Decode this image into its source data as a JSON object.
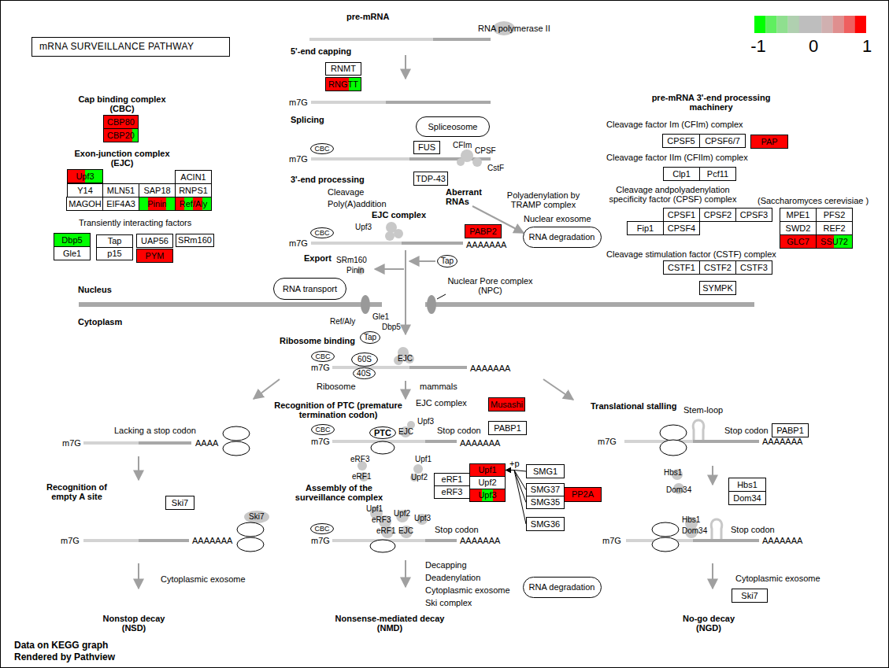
{
  "diagram": {
    "title": "mRNA SURVEILLANCE PATHWAY",
    "nodes": [
      {
        "text": [
          "CBP80"
        ]
      },
      {
        "text": [
          "CBP20"
        ]
      },
      {
        "text": [
          "Upf3"
        ]
      },
      {
        "text": [
          "ACIN1"
        ]
      },
      {
        "text": [
          "Y14"
        ]
      },
      {
        "text": [
          "MLN51"
        ]
      },
      {
        "text": [
          "SAP18"
        ]
      },
      {
        "text": [
          "RNPS1"
        ]
      },
      {
        "text": [
          "MAGOH"
        ]
      },
      {
        "text": [
          "EIF4A3"
        ]
      },
      {
        "text": [
          "Pinin"
        ]
      },
      {
        "text": [
          "Ref/Aly"
        ]
      },
      {
        "text": [
          "Dbp5"
        ]
      },
      {
        "text": [
          "Tap"
        ]
      },
      {
        "text": [
          "UAP56"
        ]
      },
      {
        "text": [
          "SRm160"
        ]
      },
      {
        "text": [
          "Gle1"
        ]
      },
      {
        "text": [
          "p15"
        ]
      },
      {
        "text": [
          "PYM"
        ]
      },
      {
        "text": [
          "RNMT"
        ]
      },
      {
        "text": [
          "RNGTT"
        ]
      },
      {
        "text": [
          "Spliceosome"
        ]
      },
      {
        "text": [
          "CBC"
        ]
      },
      {
        "text": [
          "FUS"
        ]
      },
      {
        "text": [
          "TDP-43"
        ]
      },
      {
        "text": [
          "CBC"
        ]
      },
      {
        "text": [
          "PABP2"
        ]
      },
      {
        "text": [
          "RNA degradation"
        ]
      },
      {
        "text": [
          "Tap"
        ]
      },
      {
        "text": [
          "RNA transport"
        ]
      },
      {
        "text": [
          "Tap"
        ]
      },
      {
        "text": [
          "CBC"
        ]
      },
      {
        "text": [
          "60S"
        ]
      },
      {
        "text": [
          "40S"
        ]
      },
      {
        "text": [
          "Musashi"
        ]
      },
      {
        "text": [
          "CBC"
        ]
      },
      {
        "text": [
          "PTC"
        ]
      },
      {
        "text": [
          "PABP1"
        ]
      },
      {
        "text": [
          "Ski7"
        ]
      },
      {
        "text": [
          "Upf1"
        ]
      },
      {
        "text": [
          "eRF1"
        ]
      },
      {
        "text": [
          "Upf2"
        ]
      },
      {
        "text": [
          "eRF3"
        ]
      },
      {
        "text": [
          "Upf3"
        ]
      },
      {
        "text": [
          "SMG1"
        ]
      },
      {
        "text": [
          "SMG37"
        ]
      },
      {
        "text": [
          "SMG35"
        ]
      },
      {
        "text": [
          "PP2A"
        ]
      },
      {
        "text": [
          "SMG36"
        ]
      },
      {
        "text": [
          "CBC"
        ]
      },
      {
        "text": [
          "RNA degradation"
        ]
      },
      {
        "text": [
          "PABP1"
        ]
      },
      {
        "text": [
          "Hbs1"
        ]
      },
      {
        "text": [
          "Dom34"
        ]
      },
      {
        "text": [
          "Ski7"
        ]
      },
      {
        "text": [
          "CPSF5"
        ]
      },
      {
        "text": [
          "CPSF6/7"
        ]
      },
      {
        "text": [
          "PAP"
        ]
      },
      {
        "text": [
          "Clp1"
        ]
      },
      {
        "text": [
          "Pcf11"
        ]
      },
      {
        "text": [
          "CPSF1"
        ]
      },
      {
        "text": [
          "CPSF2"
        ]
      },
      {
        "text": [
          "CPSF3"
        ]
      },
      {
        "text": [
          "MPE1"
        ]
      },
      {
        "text": [
          "PFS2"
        ]
      },
      {
        "text": [
          "Fip1"
        ]
      },
      {
        "text": [
          "CPSF4"
        ]
      },
      {
        "text": [
          "SWD2"
        ]
      },
      {
        "text": [
          "REF2"
        ]
      },
      {
        "text": [
          "GLC7"
        ]
      },
      {
        "text": [
          "SSU72"
        ]
      },
      {
        "text": [
          "CSTF1"
        ]
      },
      {
        "text": [
          "CSTF2"
        ]
      },
      {
        "text": [
          "CSTF3"
        ]
      },
      {
        "text": [
          "SYMPK"
        ]
      }
    ],
    "edges": [
      {
        "from": 44,
        "to": 39,
        "arrow": "to"
      },
      {
        "from": 45,
        "to": 39,
        "arrow": "to"
      },
      {
        "from": 46,
        "to": 39,
        "arrow": "to"
      },
      {
        "from": 48,
        "to": 39,
        "arrow": "to"
      }
    ],
    "labels": [
      "pre-mRNA",
      "RNA polymerase II",
      "5'-end capping",
      "m7G",
      "Splicing",
      "m7G",
      "CFIm",
      "CPSF",
      "CstF",
      "3'-end processing",
      "Cleavage",
      "Poly(A)addition",
      "Aberrant RNAs",
      "Polyadenylation by TRAMP complex",
      "Nuclear exosome",
      "EJC complex",
      "Upf3",
      "m7G",
      "AAAAAAA",
      "Export",
      "SRm160",
      "Pinin",
      "Nuclear Pore complex (NPC)",
      "Nucleus",
      "Cytoplasm",
      "Ref/Aly",
      "Gle1",
      "Dbp5",
      "Ribosome binding",
      "m7G",
      "EJC",
      "AAAAAAA",
      "Ribosome",
      "mammals",
      "Recognition of PTC (premature termination codon)",
      "EJC complex",
      "Upf3",
      "EJC",
      "Stop codon",
      "m7G",
      "AAAAAAA",
      "Lacking a stop codon",
      "m7G",
      "AAAA",
      "Translational stalling",
      "Stem-loop",
      "Stop codon",
      "m7G",
      "AAAAAAA",
      "eRF3",
      "eRF1",
      "Upf1",
      "Upf2",
      "+p",
      "Hbs1",
      "Dom34",
      "Recognition of empty A site",
      "Assembly of the surveillance complex",
      "Ski7",
      "Upf1",
      "eRF3",
      "Upf2",
      "Upf3",
      "eRF1",
      "EJC",
      "Stop codon",
      "m7G",
      "AAAAAAA",
      "m7G",
      "AAAAAAA",
      "Hbs1",
      "Dom34",
      "Stop codon",
      "m7G",
      "AAAAAAA",
      "Decapping",
      "Deadenylation",
      "Cytoplasmic exosome",
      "Ski complex",
      "Cytoplasmic exosome",
      "Cytoplasmic exosome",
      "Nonstop decay (NSD)",
      "Nonsense-mediated decay (NMD)",
      "No-go decay (NGD)",
      "Cap binding complex (CBC)",
      "Exon-junction complex (EJC)",
      "Transiently interacting factors",
      "pre-mRNA 3'-end processing machinery",
      "Cleavage factor Im (CFIm) complex",
      "Cleavage factor IIm (CFIIm) complex",
      "Cleavage andpolyadenylation specificity factor (CPSF) complex",
      "(Saccharomyces cerevisiae )",
      "Cleavage stimulation factor (CSTF) complex",
      "Data on KEGG graph",
      "Rendered by Pathview"
    ],
    "legend": [
      {
        "text": "-1",
        "color": "#00ff00"
      },
      {
        "text": "0",
        "color": "#bebebe"
      },
      {
        "text": "1",
        "color": "#ff0000"
      }
    ]
  }
}
